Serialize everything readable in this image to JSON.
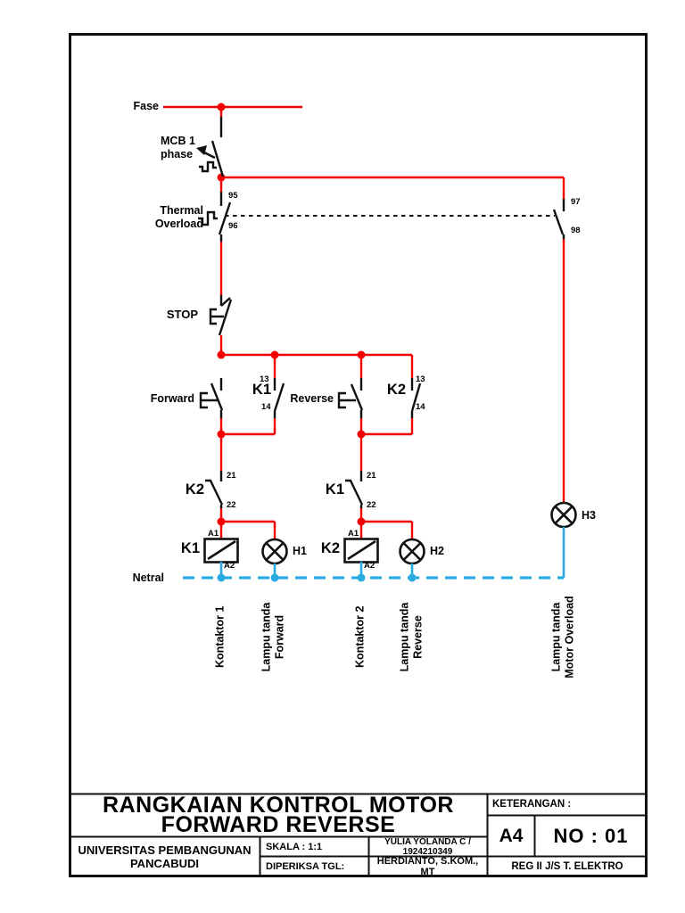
{
  "schematic": {
    "labels": {
      "fase": "Fase",
      "mcb": "MCB 1\nphase",
      "thermal": "Thermal\nOverload",
      "stop": "STOP",
      "forward": "Forward",
      "reverse": "Reverse",
      "netral": "Netral",
      "k1_aux": "K1",
      "k2_aux": "K2",
      "k2_interlock": "K2",
      "k1_interlock": "K1",
      "k1_coil": "K1",
      "k2_coil": "K2",
      "h1": "H1",
      "h2": "H2",
      "h3": "H3"
    },
    "terminals": {
      "t95": "95",
      "t96": "96",
      "t97": "97",
      "t98": "98",
      "t13": "13",
      "t14": "14",
      "t21": "21",
      "t22": "22",
      "a1": "A1",
      "a2": "A2"
    },
    "column_labels": [
      "Kontaktor 1",
      "Lampu tanda\nForward",
      "Kontaktor 2",
      "Lampu tanda\nReverse",
      "Lampu tanda\nMotor Overload"
    ],
    "colors": {
      "live_wire": "#f40000",
      "neutral_wire": "#29abe2",
      "symbol": "#111111"
    }
  },
  "title_block": {
    "title": "RANGKAIAN KONTROL MOTOR\nFORWARD REVERSE",
    "keterangan": "KETERANGAN :",
    "paper_size": "A4",
    "sheet_no": "NO : 01",
    "university": "UNIVERSITAS PEMBANGUNAN\nPANCABUDI",
    "skala": "SKALA :  1:1",
    "diperiksa": "DIPERIKSA TGL:",
    "student": "YULIA YOLANDA C /\n1924210349",
    "lecturer": "HERDIANTO, S.KOM., MT",
    "reg": "REG II J/S T. ELEKTRO"
  }
}
